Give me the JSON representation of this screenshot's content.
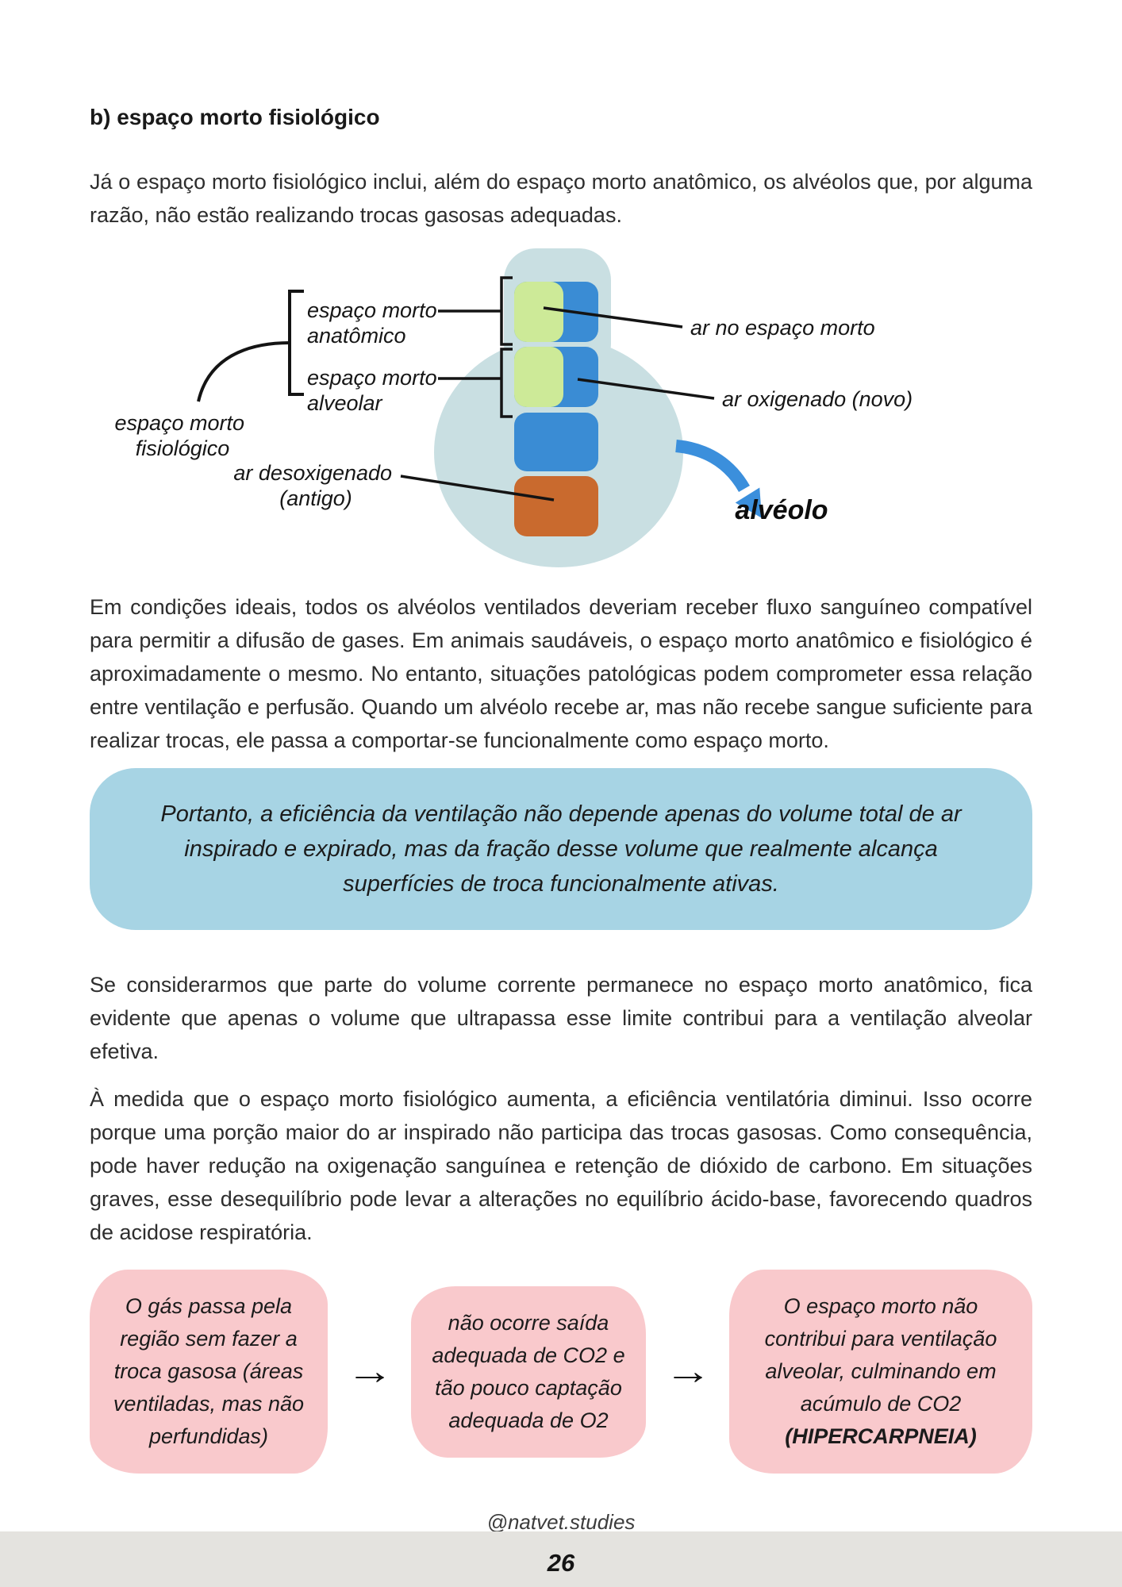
{
  "page": {
    "section_title": "b) espaço morto fisiológico",
    "paragraphs": {
      "p1": "Já o espaço morto fisiológico inclui, além do espaço morto anatômico, os alvéolos que, por alguma razão, não estão realizando trocas gasosas adequadas.",
      "p2": "Em condições ideais, todos os alvéolos ventilados deveriam receber fluxo sanguíneo compatível para permitir a difusão de gases. Em animais saudáveis, o espaço morto anatômico e fisiológico é aproximadamente o mesmo. No entanto, situações patológicas podem comprometer essa relação entre ventilação e perfusão. Quando um alvéolo recebe ar, mas não recebe sangue suficiente para realizar trocas, ele passa a comportar-se funcionalmente como espaço morto.",
      "p3": "Se considerarmos que parte do volume corrente permanece no espaço morto anatômico, fica evidente que apenas o volume que ultrapassa esse limite contribui para a ventilação alveolar efetiva.",
      "p4": "À medida que o espaço morto fisiológico aumenta, a eficiência ventilatória diminui. Isso ocorre porque uma porção maior do ar inspirado não participa das trocas gasosas. Como consequência, pode haver redução na oxigenação sanguínea e retenção de dióxido de carbono. Em situações graves, esse desequilíbrio pode levar a alterações no equilíbrio ácido-base, favorecendo quadros de acidose respiratória."
    },
    "footer": {
      "handle": "@natvet.studies",
      "page_number": "26"
    }
  },
  "diagram": {
    "bracket_label_anatomico": {
      "line1": "espaço morto",
      "line2": "anatômico"
    },
    "bracket_label_alveolar": {
      "line1": "espaço morto",
      "line2": "alveolar"
    },
    "group_label_fisiologico": {
      "line1": "espaço morto",
      "line2": "fisiológico"
    },
    "label_desoxigenado": {
      "line1": "ar desoxigenado",
      "line2": "(antigo)"
    },
    "label_ar_no_espaco_morto": "ar no espaço morto",
    "label_ar_oxigenado": "ar oxigenado (novo)",
    "label_alveolo": "alvéolo",
    "colors": {
      "alveolus_body": "#c9dfe2",
      "fresh_air_green": "#cdea98",
      "oxygenated_blue": "#3a8cd4",
      "deoxygenated_orange": "#c96a2e",
      "arrow_blue": "#3b8fdc",
      "line_black": "#141414"
    }
  },
  "callout": {
    "text": "Portanto, a eficiência da ventilação não depende apenas do volume total de ar inspirado e expirado, mas da fração desse volume que realmente alcança superfícies de troca funcionalmente ativas.",
    "background": "#a7d4e4"
  },
  "flow": {
    "arrow": "→",
    "background": "#f9c9cc",
    "boxes": [
      {
        "text": "O gás passa pela região sem fazer a troca gasosa (áreas ventiladas, mas não perfundidas)"
      },
      {
        "text": "não ocorre saída adequada de CO2 e tão pouco captação adequada de O2"
      },
      {
        "text": "O espaço morto não contribui para ventilação alveolar, culminando em acúmulo de CO2",
        "highlight": "(HIPERCARPNEIA)"
      }
    ]
  }
}
